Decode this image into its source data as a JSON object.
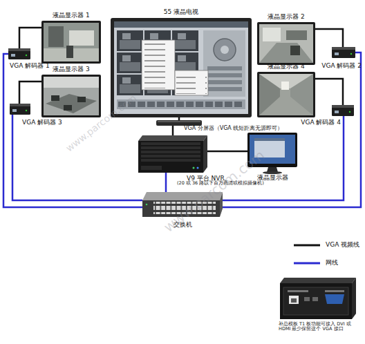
{
  "diagram": {
    "nodes": [
      {
        "text": [
          "液晶显示器 1"
        ]
      },
      {
        "text": [
          "55 液晶电视"
        ]
      },
      {
        "text": [
          "液晶显示器 2"
        ]
      },
      {
        "text": [
          "VGA 解码器 1"
        ]
      },
      {
        "text": [
          "VGA 解码器 2"
        ]
      },
      {
        "text": [
          "液晶显示器 3"
        ]
      },
      {
        "text": [
          "液晶显示器 4"
        ]
      },
      {
        "text": [
          "VGA 解码器 3"
        ]
      },
      {
        "text": [
          "VGA 解码器 4"
        ]
      },
      {
        "text": [
          "VGA 分屏器（VGA 线短距离无源即可）"
        ]
      },
      {
        "text": [
          "V9 平台 NVR",
          "(20 或 36 路以下百万高清或模拟摄像机)"
        ]
      },
      {
        "text": [
          "液晶显示器"
        ]
      },
      {
        "text": [
          "交换机"
        ]
      },
      {
        "text": [
          "补总模板 T1 板功能可接入 DVI 或 HDMI 最少保留这个 VGA 接口"
        ]
      }
    ],
    "edges": [
      {
        "from": 3,
        "to": 12,
        "arrow": "none"
      },
      {
        "from": 7,
        "to": 12,
        "arrow": "none"
      },
      {
        "from": 4,
        "to": 12,
        "arrow": "none"
      },
      {
        "from": 8,
        "to": 12,
        "arrow": "none"
      },
      {
        "from": 10,
        "to": 12,
        "arrow": "none"
      },
      {
        "from": 3,
        "to": 0,
        "arrow": "none"
      },
      {
        "from": 7,
        "to": 5,
        "arrow": "none"
      },
      {
        "from": 4,
        "to": 2,
        "arrow": "none"
      },
      {
        "from": 8,
        "to": 6,
        "arrow": "none"
      },
      {
        "from": 1,
        "to": 9,
        "arrow": "none"
      },
      {
        "from": 9,
        "to": 10,
        "arrow": "none"
      },
      {
        "from": 10,
        "to": 11,
        "arrow": "none"
      }
    ],
    "labels": [
      "www.parcom.com",
      "www.parcom.com"
    ],
    "legend": [
      {
        "text": "VGA 视频线"
      },
      {
        "text": "网线"
      }
    ]
  }
}
